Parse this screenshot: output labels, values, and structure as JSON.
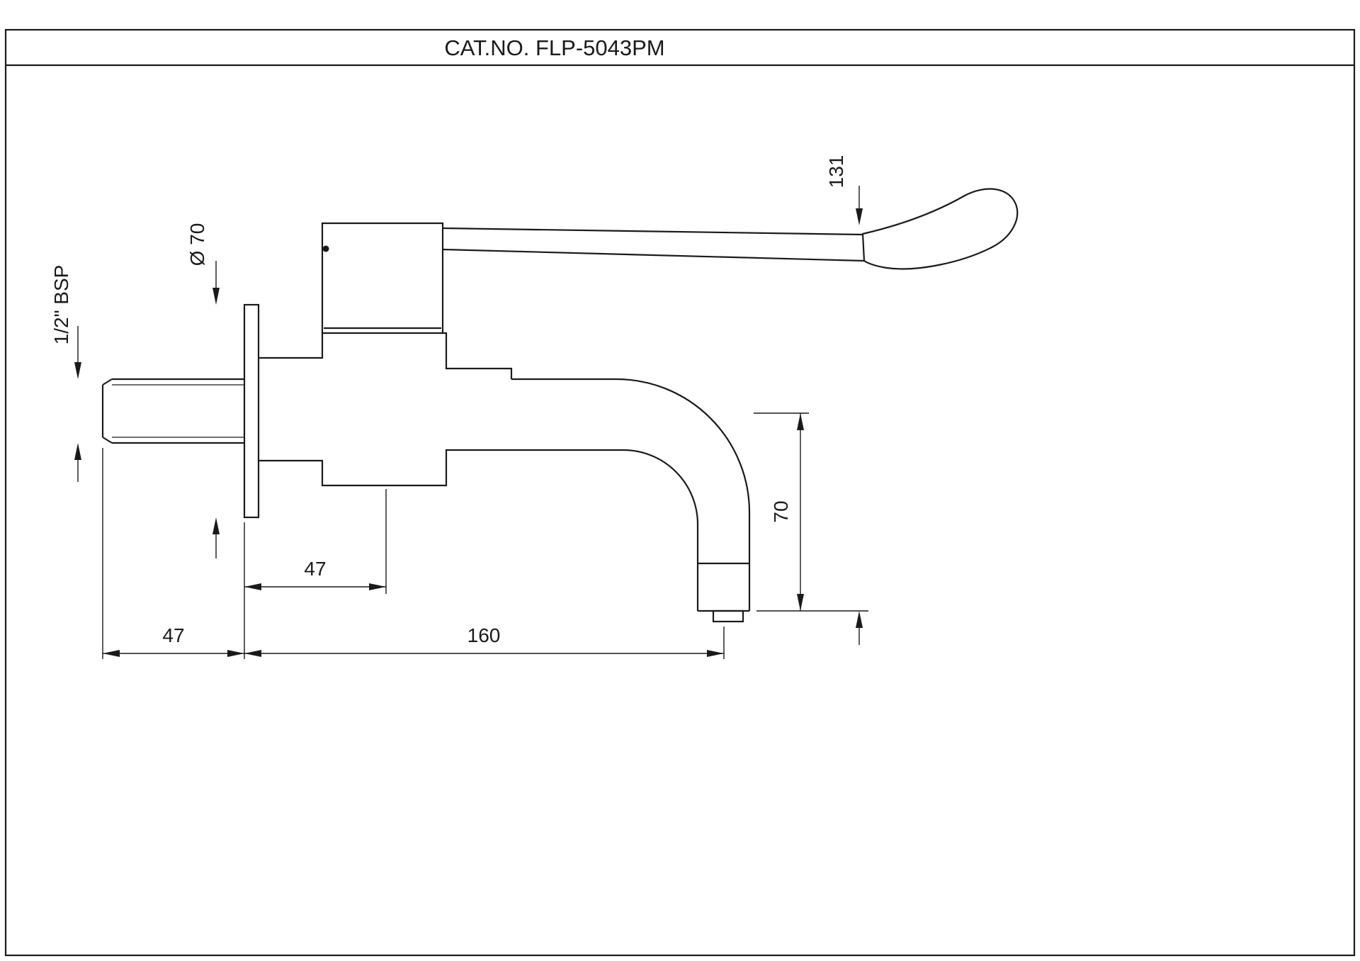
{
  "title_block": {
    "catalog_number": "CAT.NO. FLP-5043PM"
  },
  "dimensions": {
    "handle_height": "131",
    "flange_diameter": "Ø 70",
    "inlet_thread": "1/2\" BSP",
    "flange_to_spout_axis": "47",
    "wall_projection": "47",
    "spout_reach": "160",
    "spout_drop": "70"
  },
  "colors": {
    "line": "#1a1a1a",
    "background": "#ffffff"
  }
}
